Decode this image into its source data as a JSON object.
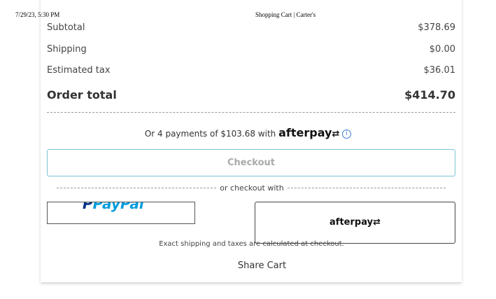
{
  "print_header": {
    "datetime": "7/29/23, 5:30 PM",
    "title": "Shopping Cart | Carter's"
  },
  "summary": [
    {
      "label": "Subtotal",
      "value": "$378.69"
    },
    {
      "label": "Shipping",
      "value": "$0.00"
    },
    {
      "label": "Estimated tax",
      "value": "$36.01"
    }
  ],
  "order_total": {
    "label": "Order total",
    "value": "$414.70"
  },
  "afterpay_promo": {
    "text": "Or 4 payments of $103.68 with",
    "brand": "afterpay"
  },
  "checkout_label": "Checkout",
  "alt_checkout_label": "or checkout with",
  "paypal_label": "PayPal",
  "afterpay_button_label": "afterpay",
  "disclaimer": "Exact shipping and taxes are calculated at checkout.",
  "share_cart_label": "Share Cart",
  "colors": {
    "checkout_border": "#7cc4d4",
    "info_blue": "#3a7bd5",
    "paypal_dark": "#003087",
    "paypal_light": "#009cde"
  }
}
